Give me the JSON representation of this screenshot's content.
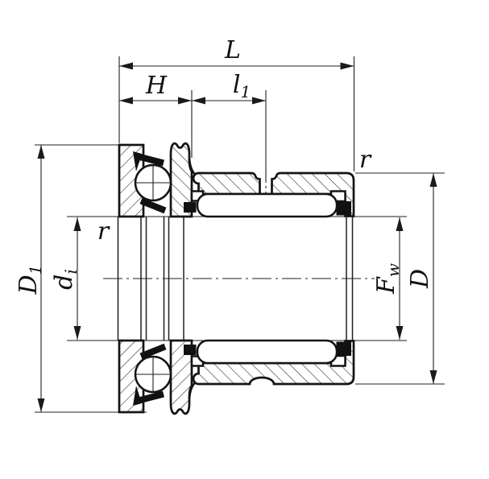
{
  "figure": {
    "type": "bearing-cross-section-drawing",
    "description": "Sectional dimension drawing of a combined needle roller bearing with thrust ball bearing",
    "background_color": "#ffffff",
    "line_color": "#1a1a1a",
    "labels": {
      "overall_length": "L",
      "flange_width": "H",
      "l1_main": "l",
      "l1_sub": "1",
      "corner_radius_right": "r",
      "corner_radius_left": "r",
      "flange_diameter_main": "D",
      "flange_diameter_sub": "1",
      "inner_diameter_main": "d",
      "inner_diameter_sub": "i",
      "raceway_diameter_main": "F",
      "raceway_diameter_sub": "w",
      "outer_diameter": "D"
    }
  }
}
